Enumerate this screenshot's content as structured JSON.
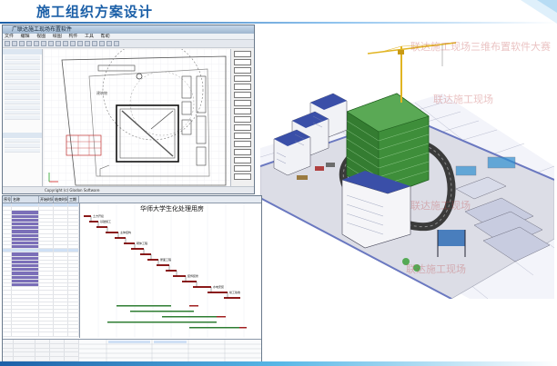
{
  "slide": {
    "title": "施工组织方案设计"
  },
  "cad": {
    "window_title": "广联达施工现场布置软件",
    "menu": [
      "文件",
      "编辑",
      "视图",
      "绘图",
      "构件",
      "工具",
      "帮助"
    ],
    "canvas_label": "建筑物",
    "status_text": "Copyright (c) Glodon Software"
  },
  "view3d": {
    "watermarks": [
      "联达施工现场三维布置软件大赛",
      "联达施工现场",
      "联达施工现场",
      "联达施工现场"
    ]
  },
  "gantt": {
    "columns": [
      "序号",
      "名称",
      "开始时间",
      "结束时间",
      "工期"
    ],
    "chart_title": "华师大学生化处理用房",
    "tasks": [
      "土方开挖",
      "基础施工",
      "主体结构",
      "砌体工程",
      "屋面工程",
      "装饰装修",
      "水电安装",
      "竣工验收"
    ]
  },
  "colors": {
    "accent": "#1b5fa7",
    "gantt_bar": "#8b1a1a",
    "milestone": "#2e7d32",
    "building_green": "#3e8e3a",
    "building_blue": "#3a4fa8"
  }
}
